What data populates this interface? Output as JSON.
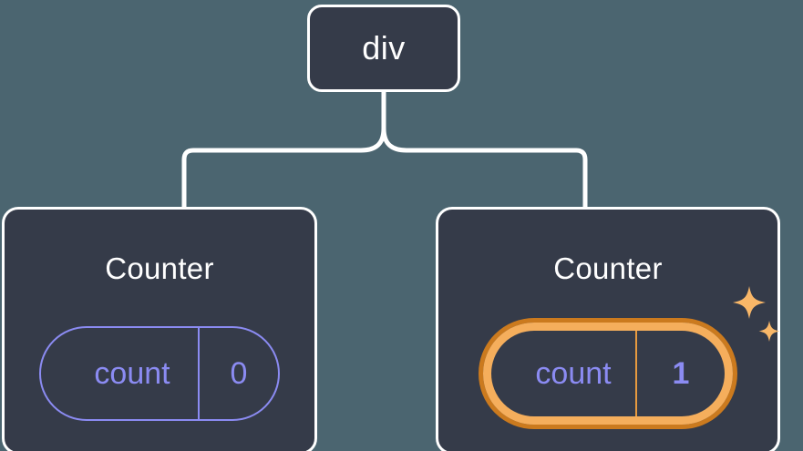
{
  "diagram": {
    "type": "component-tree",
    "background_color": "#4b6570",
    "node_fill_color": "#353b49",
    "node_border_color": "#ffffff",
    "connector_color": "#ffffff",
    "accent_purple": "#8b8bf2",
    "accent_orange_light": "#f5ae5c",
    "accent_orange_dark": "#cb7a1e"
  },
  "root": {
    "label": "div"
  },
  "children": [
    {
      "title": "Counter",
      "state": {
        "key": "count",
        "value": "0"
      },
      "highlighted": false
    },
    {
      "title": "Counter",
      "state": {
        "key": "count",
        "value": "1"
      },
      "highlighted": true,
      "sparkle_icons": [
        "sparkle-large",
        "sparkle-small"
      ]
    }
  ]
}
